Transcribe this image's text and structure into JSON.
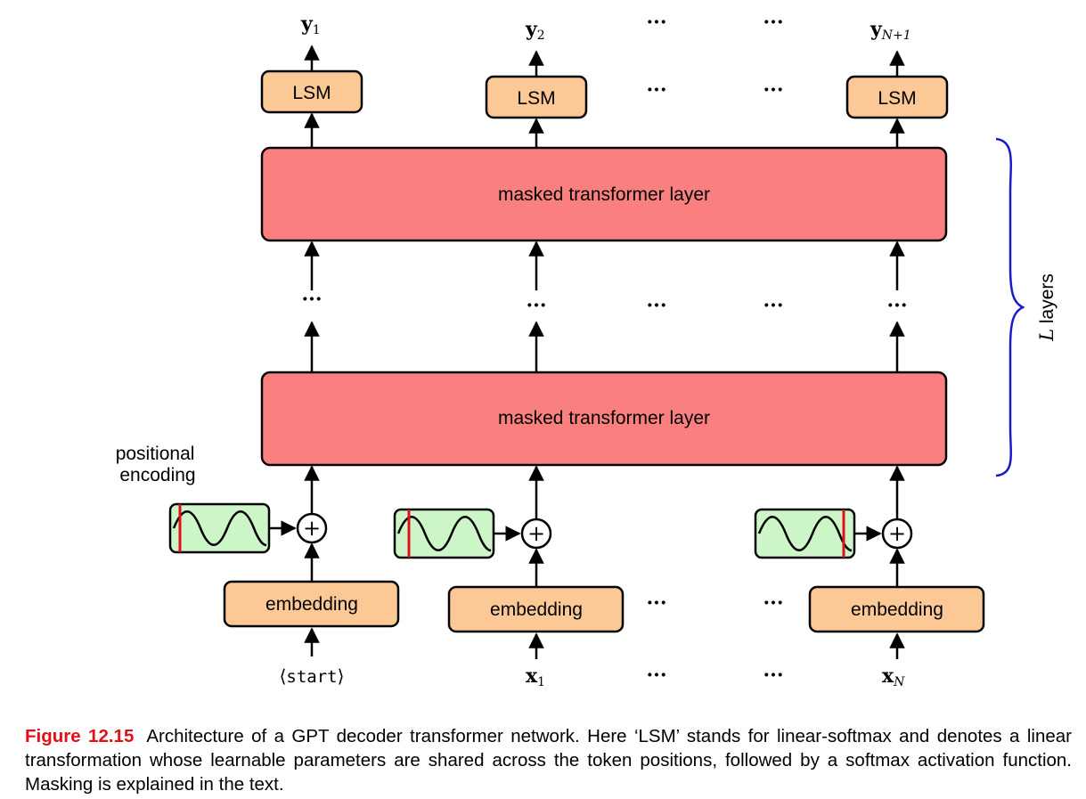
{
  "outputs": {
    "y1": {
      "base": "y",
      "sub": "1"
    },
    "y2": {
      "base": "y",
      "sub": "2"
    },
    "yN1": {
      "base": "y",
      "sub": "N+1"
    }
  },
  "lsm_label": "LSM",
  "layer_label": "masked transformer layer",
  "embedding_label": "embedding",
  "positional_encoding_label": [
    "positional",
    "encoding"
  ],
  "plus_symbol": "+",
  "dots": "···",
  "l_layers": {
    "var": "L",
    "text": " layers"
  },
  "inputs": {
    "start": {
      "open": "⟨",
      "text": "start",
      "close": "⟩"
    },
    "x1": {
      "base": "x",
      "sub": "1"
    },
    "xN": {
      "base": "x",
      "sub": "N"
    }
  },
  "caption": {
    "label": "Figure 12.15",
    "text": "Architecture of a GPT decoder transformer network. Here ‘LSM’ stands for linear-softmax and denotes a linear transformation whose learnable parameters are shared across the token positions, followed by a softmax activation function. Masking is explained in the text."
  },
  "colors": {
    "lsm_fill": "#fcc896",
    "layer_fill": "#fa8080",
    "pe_fill": "#ccf5c8",
    "pe_marker": "#e0101a",
    "brace": "#1a1acc",
    "caption_label": "#e0101a"
  }
}
